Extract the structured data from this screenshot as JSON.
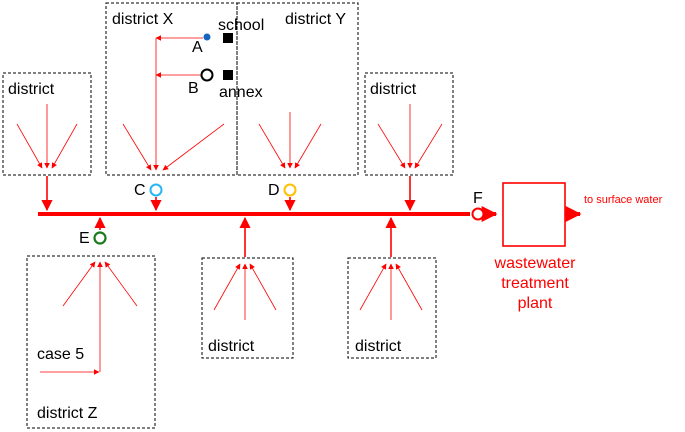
{
  "colors": {
    "flow": "#ff0000",
    "box_border": "#000000",
    "node_C": "#29b6f6",
    "node_D": "#ffc000",
    "node_E": "#1b7a1b",
    "node_F": "#ff0000",
    "sample_A": "#1565c0"
  },
  "districts": {
    "top_left": "district",
    "x": "district X",
    "y": "district Y",
    "top_right": "district",
    "z": "district Z",
    "bottom_middle": "district",
    "bottom_right": "district"
  },
  "buildings": {
    "school": "school",
    "annex": "annex"
  },
  "sampling_points": {
    "a": "A",
    "b": "B",
    "c": "C",
    "d": "D",
    "e": "E",
    "f": "F"
  },
  "case_label": "case 5",
  "plant": {
    "line1": "wastewater",
    "line2": "treatment",
    "line3": "plant"
  },
  "outflow_label": "to surface water"
}
